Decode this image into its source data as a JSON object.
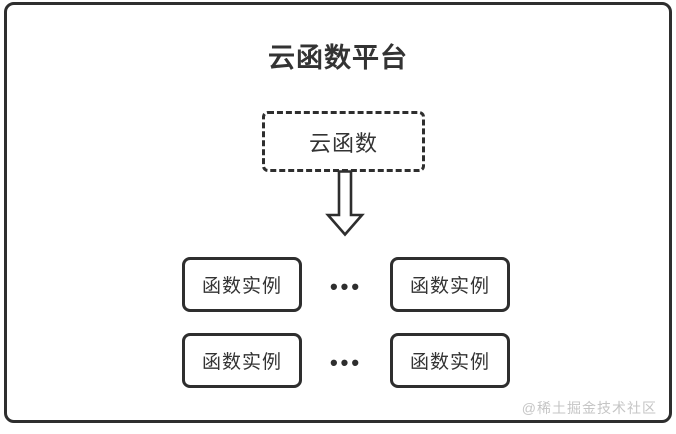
{
  "diagram": {
    "title": "云函数平台",
    "cloud_function": {
      "label": "云函数"
    },
    "arrow_icon": "down-arrow-icon",
    "instance_rows": [
      {
        "left_label": "函数实例",
        "ellipsis": "•••",
        "right_label": "函数实例"
      },
      {
        "left_label": "函数实例",
        "ellipsis": "•••",
        "right_label": "函数实例"
      }
    ],
    "watermark": "@稀土掘金技术社区",
    "colors": {
      "border": "#2e2e2e",
      "text": "#333333",
      "watermark": "#c5c5c5",
      "background": "#ffffff"
    }
  }
}
